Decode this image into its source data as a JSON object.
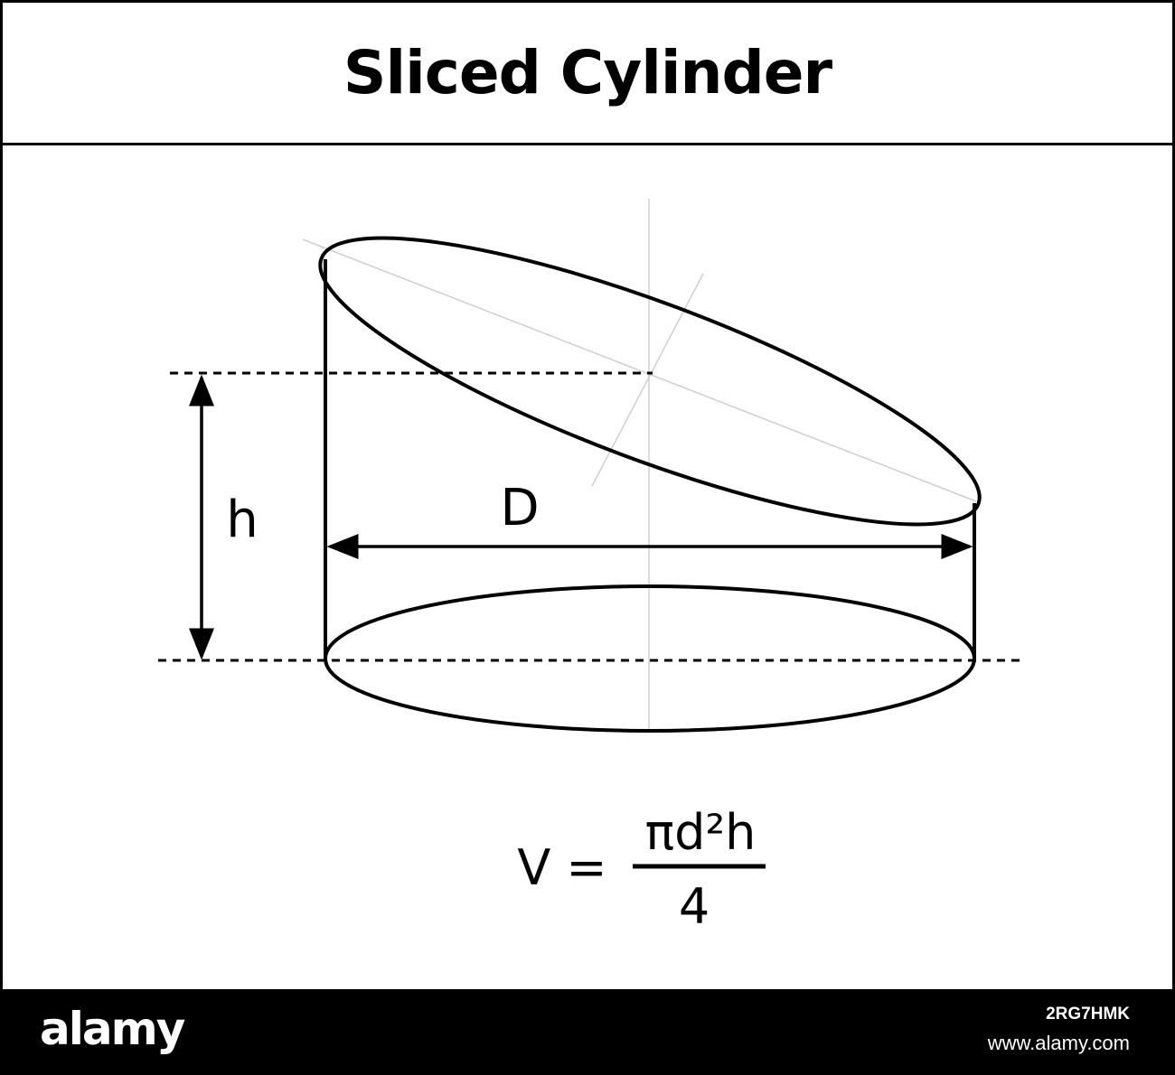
{
  "title": "Sliced Cylinder",
  "labels": {
    "height": "h",
    "diameter": "D"
  },
  "formula": {
    "lhs": "V =",
    "numerator": "πd²h",
    "denominator": "4"
  },
  "footer": {
    "brand": "alamy",
    "image_id": "2RG7HMK",
    "site": "www.alamy.com"
  }
}
